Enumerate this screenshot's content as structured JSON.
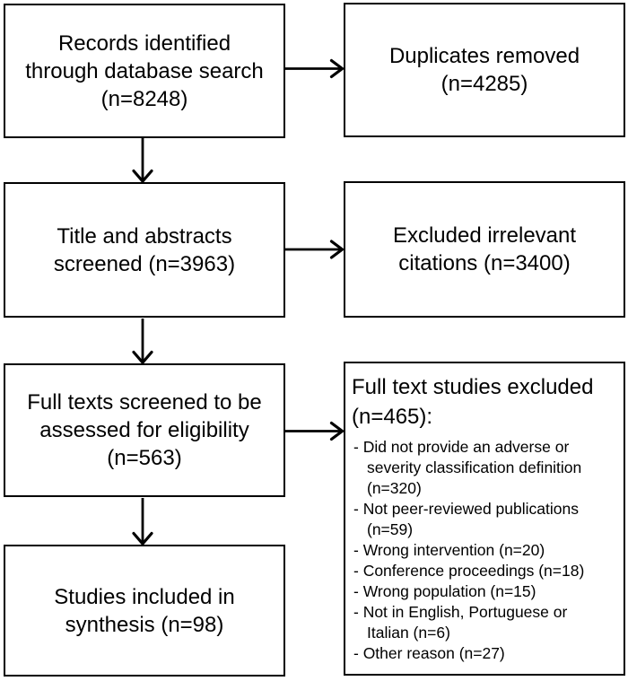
{
  "diagram": {
    "background": "#ffffff",
    "line_color": "#000000",
    "text_color": "#000000",
    "boxes": {
      "records_identified": {
        "label": "Records identified\nthrough database search\n(n=8248)"
      },
      "duplicates_removed": {
        "label": "Duplicates removed\n(n=4285)"
      },
      "title_abstracts_screened": {
        "label": "Title and abstracts\nscreened (n=3963)"
      },
      "excluded_irrelevant": {
        "label": "Excluded irrelevant\ncitations (n=3400)"
      },
      "full_texts_screened": {
        "label": "Full texts screened to be\nassessed for eligibility\n(n=563)"
      },
      "full_text_excluded": {
        "heading": "Full text studies excluded\n(n=465):",
        "items": [
          "- Did not provide an adverse or\nseverity classification definition\n(n=320)",
          "- Not peer-reviewed publications\n(n=59)",
          "- Wrong intervention (n=20)",
          "- Conference proceedings (n=18)",
          "- Wrong population (n=15)",
          "- Not in English, Portuguese or\nItalian (n=6)",
          "- Other reason (n=27)"
        ]
      },
      "studies_included": {
        "label": "Studies included in\nsynthesis (n=98)"
      }
    }
  }
}
